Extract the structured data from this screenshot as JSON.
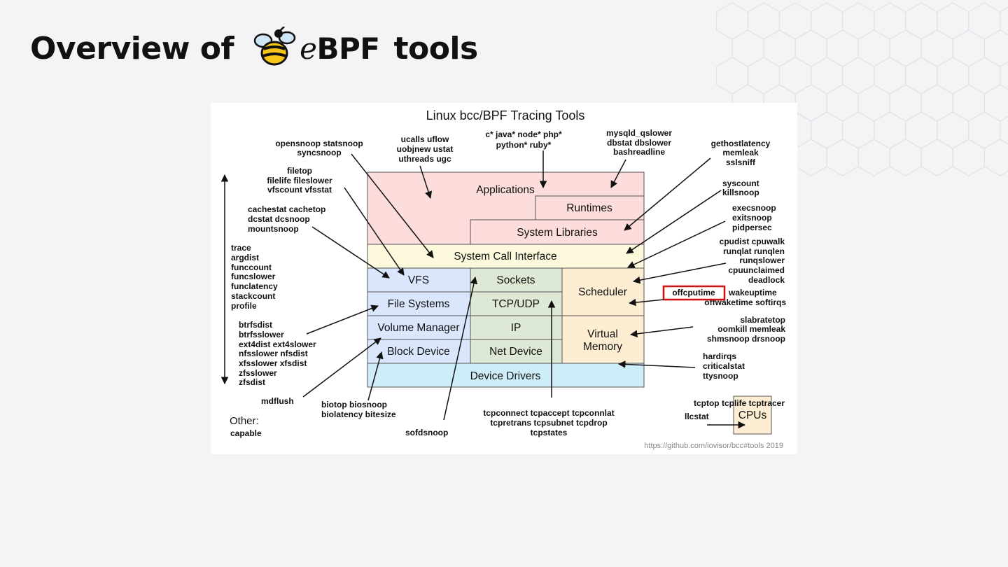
{
  "slide": {
    "title_prefix": "Overview of",
    "logo_text_e": "e",
    "logo_text_bpf": "BPF",
    "title_suffix": "tools"
  },
  "diagram": {
    "title": "Linux bcc/BPF Tracing Tools",
    "blocks": {
      "applications": "Applications",
      "runtimes": "Runtimes",
      "system_libraries": "System Libraries",
      "system_call_interface": "System Call Interface",
      "vfs": "VFS",
      "sockets": "Sockets",
      "scheduler": "Scheduler",
      "file_systems": "File Systems",
      "tcp_udp": "TCP/UDP",
      "volume_manager": "Volume Manager",
      "ip": "IP",
      "virtual": "Virtual",
      "memory": "Memory",
      "block_device": "Block Device",
      "net_device": "Net Device",
      "device_drivers": "Device Drivers",
      "cpus": "CPUs"
    },
    "tools": {
      "opensnoop": [
        "opensnoop statsnoop",
        "syncsnoop"
      ],
      "ucalls": [
        "ucalls uflow",
        "uobjnew ustat",
        "uthreads ugc"
      ],
      "langs": [
        "c* java* node* php*",
        "python* ruby*"
      ],
      "mysql": [
        "mysqld_qslower",
        "dbstat dbslower",
        "bashreadline"
      ],
      "gethost": [
        "gethostlatency",
        "memleak",
        "sslsniff"
      ],
      "syscount": [
        "syscount",
        "killsnoop"
      ],
      "exec": [
        "execsnoop",
        "exitsnoop",
        "pidpersec"
      ],
      "cpudist": [
        "cpudist cpuwalk",
        "runqlat runqlen",
        "runqslower",
        "cpuunclaimed",
        "deadlock"
      ],
      "offcpu_highlight": "offcputime",
      "offcpu_rest": "wakeuptime",
      "offwake": "offwaketime softirqs",
      "slab": [
        "slabratetop",
        "oomkill memleak",
        "shmsnoop drsnoop"
      ],
      "hardirqs": [
        "hardirqs",
        "criticalstat",
        "ttysnoop"
      ],
      "filetop": [
        "filetop",
        "filelife fileslower",
        "vfscount vfsstat"
      ],
      "cachestat": [
        "cachestat cachetop",
        "dcstat dcsnoop",
        "mountsnoop"
      ],
      "trace": [
        "trace",
        "argdist",
        "funccount",
        "funcslower",
        "funclatency",
        "stackcount",
        "profile"
      ],
      "btrfs": [
        "btrfsdist",
        "btrfsslower",
        "ext4dist ext4slower",
        "nfsslower nfsdist",
        "xfsslower xfsdist",
        "zfsslower",
        "zfsdist"
      ],
      "mdflush": "mdflush",
      "biotop": [
        "biotop biosnoop",
        "biolatency bitesize"
      ],
      "sofdsnoop": "sofdsnoop",
      "tcp": [
        "tcptop tcplife tcptracer",
        "tcpconnect tcpaccept tcpconnlat",
        "tcpretrans tcpsubnet tcpdrop",
        "tcpstates"
      ],
      "llcstat": "llcstat",
      "other_label": "Other:",
      "capable": "capable"
    },
    "source": "https://github.com/iovisor/bcc#tools 2019",
    "colors": {
      "applications": "#fddcdc",
      "syscall": "#fdf9dc",
      "vfs": "#d9e6fb",
      "sockets": "#dde9d4",
      "scheduler": "#fdeed3",
      "device_drivers": "#cdeef8",
      "cpus": "#fdeed3",
      "highlight": "#d01010"
    }
  }
}
